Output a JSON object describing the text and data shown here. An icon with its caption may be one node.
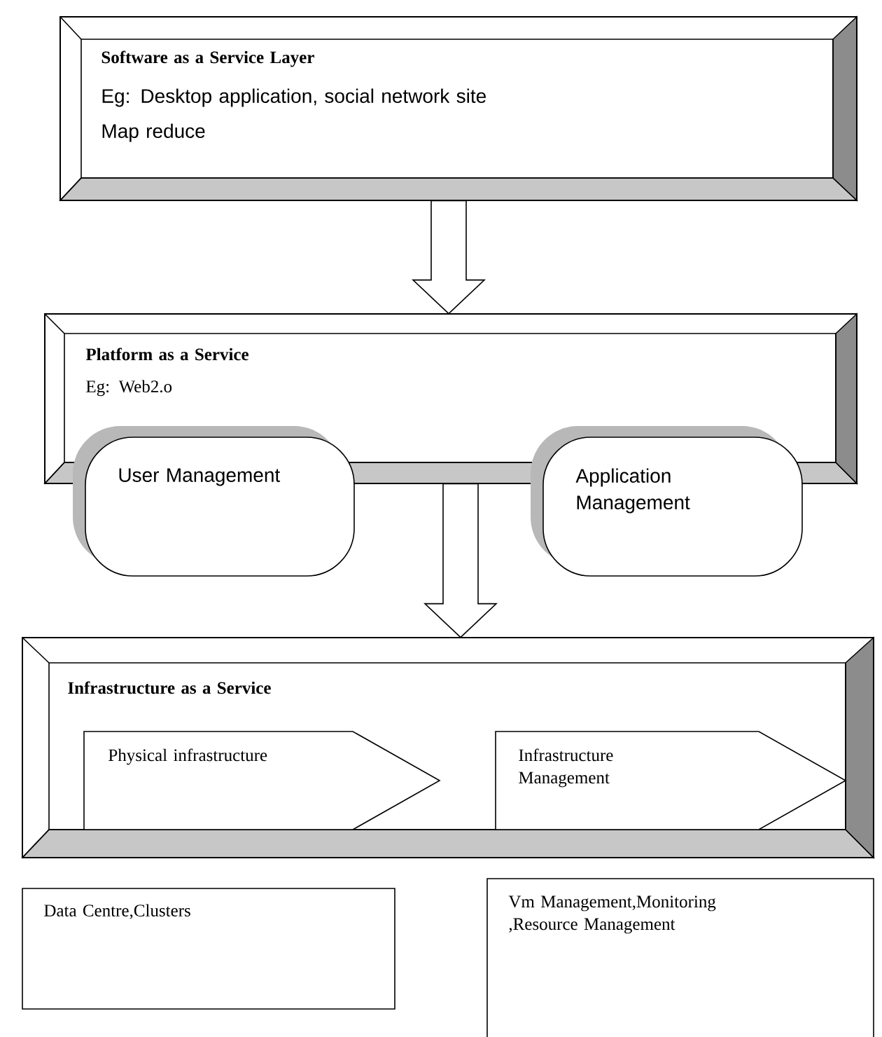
{
  "diagram": {
    "nodes": [
      {
        "text": [
          "Software as a Service Layer",
          "Eg: Desktop application, social network site",
          "Map reduce"
        ]
      },
      {
        "text": [
          "Platform as a Service",
          "Eg: Web2.o"
        ]
      },
      {
        "text": [
          "User Management"
        ]
      },
      {
        "text": [
          "Application Management"
        ]
      },
      {
        "text": [
          "Infrastructure as a Service"
        ]
      },
      {
        "text": [
          "Physical infrastructure"
        ],
        "in": 4
      },
      {
        "text": [
          "Infrastructure Management"
        ],
        "in": 4
      },
      {
        "text": [
          "Data Centre,Clusters"
        ]
      },
      {
        "text": [
          "Vm Management,Monitoring ,Resource Management"
        ]
      }
    ],
    "edges": [
      {
        "from": 0,
        "to": 1,
        "arrow": "to"
      },
      {
        "from": 1,
        "to": 4,
        "arrow": "to"
      }
    ]
  }
}
